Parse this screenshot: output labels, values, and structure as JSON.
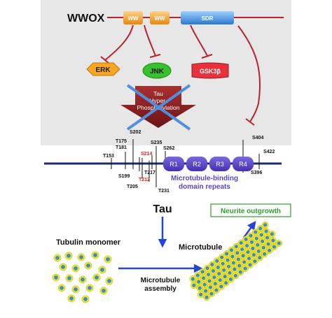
{
  "wwox": {
    "label": "WWOX",
    "domains": [
      "WW",
      "WW",
      "SDR"
    ]
  },
  "targets": [
    "ERK",
    "JNK",
    "GSK3β"
  ],
  "arrow_label": [
    "Tau",
    "Hyper-",
    "Phosphorylation"
  ],
  "sites": {
    "above": [
      "S202",
      "T175",
      "T181",
      "T153",
      "S214",
      "S235",
      "S262",
      "S404",
      "S422"
    ],
    "below": [
      "S199",
      "T217",
      "T212",
      "T205",
      "T231",
      "S396"
    ]
  },
  "repeats": [
    "R1",
    "R2",
    "R3",
    "R4"
  ],
  "repeat_caption": [
    "Microtubule-binding",
    "domain repeats"
  ],
  "tau_label": "Tau",
  "neurite_label": "Neurite outgrowth",
  "tubulin_label": "Tubulin monomer",
  "microtubule_label": "Microtubule",
  "assembly_label": [
    "Microtubule",
    "assembly"
  ],
  "colors": {
    "panel": "#e7e7e7",
    "domain_orange": "#f39a1e",
    "domain_blue": "#3d8fe0",
    "inhibit_red": "#b8232f",
    "erk": "#f5a623",
    "jnk": "#35c22a",
    "gsk": "#e8323b",
    "tau_arrow": "#8a1f1f",
    "cross": "#4f8fe0",
    "backbone": "#1d2a6b",
    "repeat": "#5b46c9",
    "highlight_site": "#e02424",
    "blue_arrow": "#2446d8",
    "neurite_green": "#2f9e2f",
    "tubulin_fill": "#f2e326",
    "tubulin_dot": "#2f8fd6"
  }
}
